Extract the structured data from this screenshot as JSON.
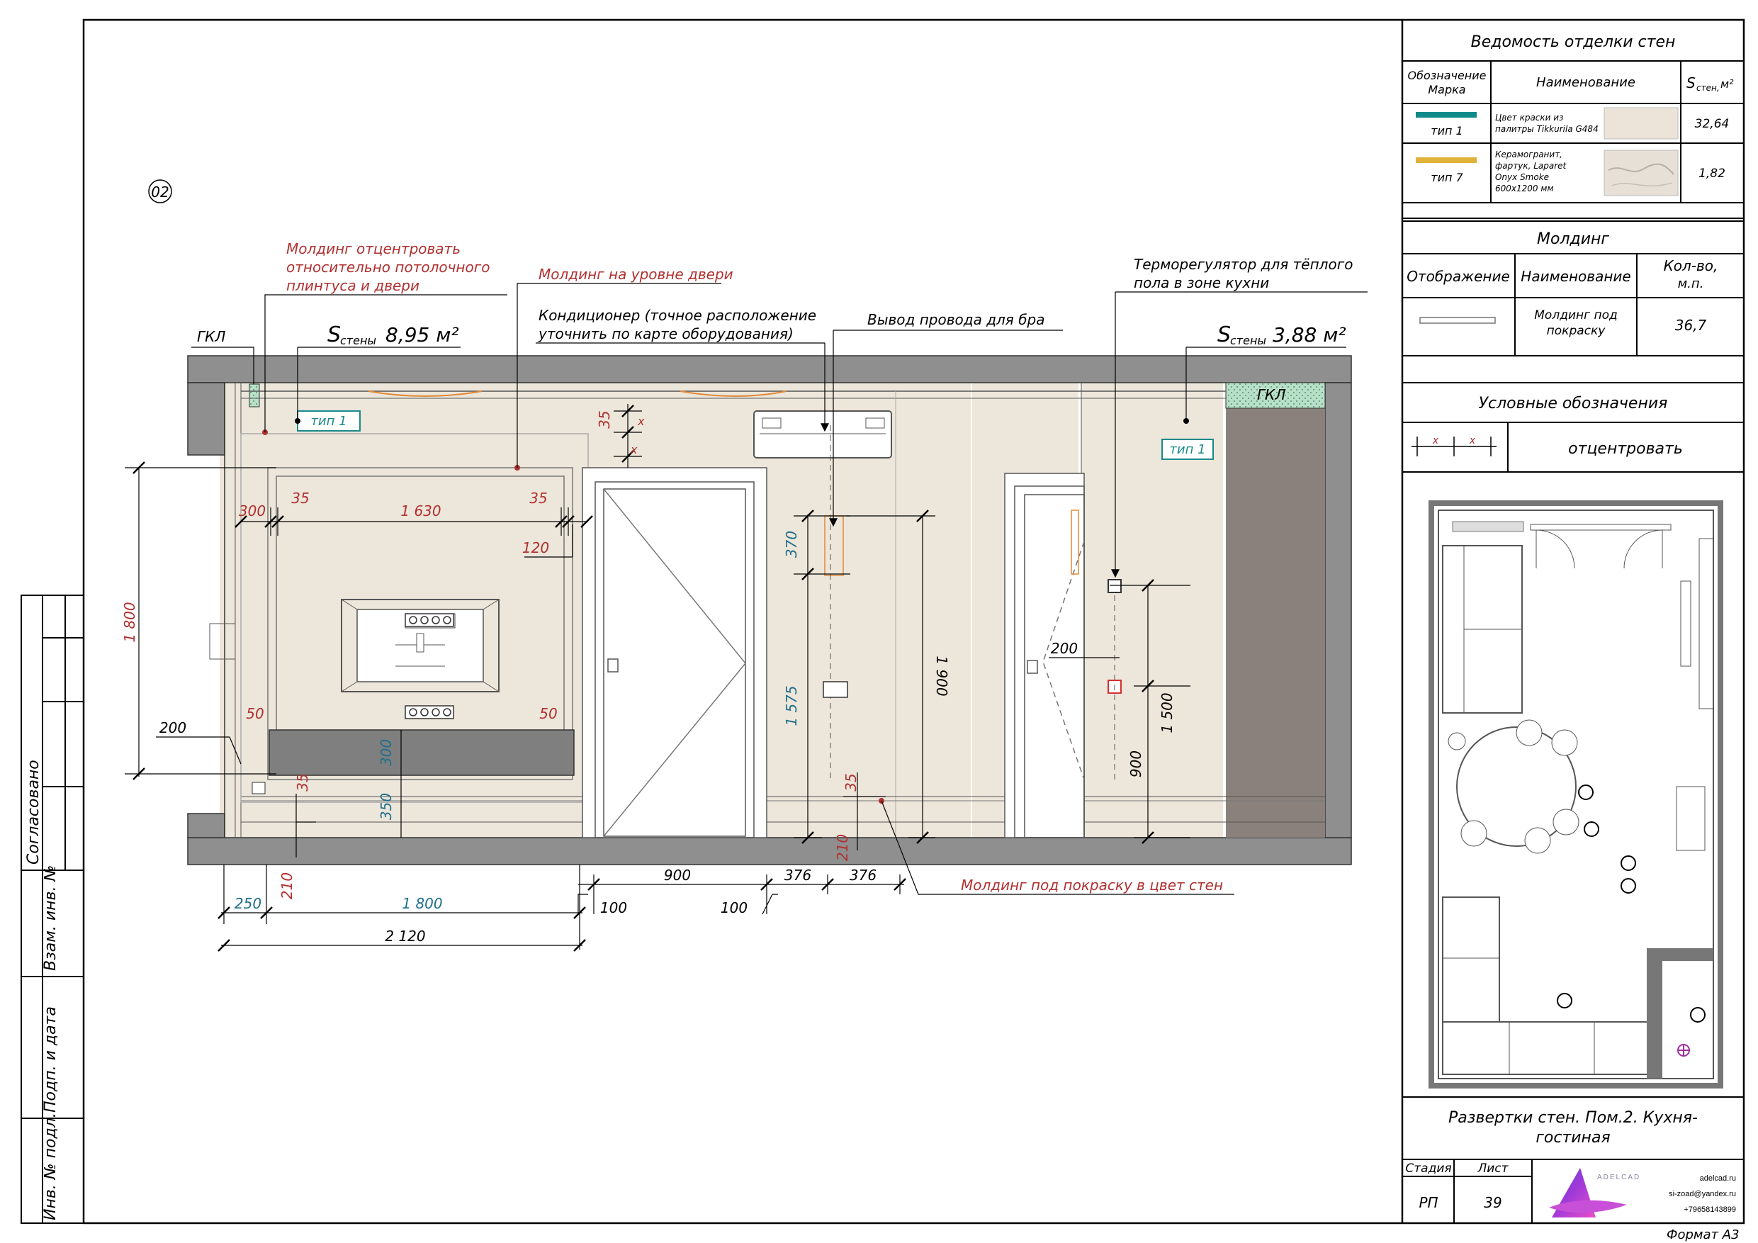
{
  "sheet": {
    "view_number": "02",
    "format_label": "Формат А3",
    "side_stamp": [
      "Согласовано",
      "Взам. инв. №",
      "Подп. и дата",
      "Инв. № подл."
    ]
  },
  "finish_table": {
    "title": "Ведомость отделки стен",
    "col_mark": "Обозначение Марка",
    "col_mark_lines": [
      "Обозначение",
      "Марка"
    ],
    "col_name": "Наименование",
    "col_area_main": "S",
    "col_area_sub": "стен,",
    "col_area_unit": "м²",
    "rows": [
      {
        "swatch_color": "#0f8a8a",
        "mark": "тип 1",
        "name_lines": [
          "Цвет краски из",
          "палитры Tikkurila G484"
        ],
        "area": "32,64",
        "sample_color": "#ece4d8"
      },
      {
        "swatch_color": "#e0b23a",
        "mark": "тип 7",
        "name_lines": [
          "Керамогранит,",
          "фартук, Laparet",
          "Onyx Smoke",
          "600x1200 мм"
        ],
        "area": "1,82",
        "sample_color": "#e6e0d6"
      }
    ]
  },
  "molding_table": {
    "title": "Молдинг",
    "col_display": "Отображение",
    "col_name": "Наименование",
    "col_qty_lines": [
      "Кол-во,",
      "м.п."
    ],
    "row": {
      "name_lines": [
        "Молдинг под",
        "покраску"
      ],
      "qty": "36,7"
    }
  },
  "legend": {
    "title": "Условные обозначения",
    "symbol_x": "x",
    "item_text": "отцентровать"
  },
  "title_block": {
    "drawing_title_lines": [
      "Развертки стен. Пом.2. Кухня-",
      "гостиная"
    ],
    "stage_label": "Стадия",
    "stage_value": "РП",
    "sheet_label": "Лист",
    "sheet_value": "39",
    "logo_text": "ADELCAD",
    "contact_lines": [
      "adelcad.ru",
      "si-zoad@yandex.ru",
      "+79658143899"
    ]
  },
  "colors": {
    "wall_paint": "#ede6da",
    "wall_section": "#8f8f8f",
    "dark_panel": "#8b817c",
    "tv_panel": "#7f7f7f",
    "gkl_green": "#b8e0c8",
    "dim_red": "#b03030",
    "dim_blue": "#1f6f8b",
    "tag_teal": "#1a8a8a"
  },
  "labels": {
    "gkl_left": "ГКЛ",
    "gkl_right": "ГКЛ",
    "tag_left": "тип 1",
    "tag_right": "тип 1",
    "area_left_main": "S",
    "area_left_sub": "стены",
    "area_left_val": "8,95 м²",
    "area_right_main": "S",
    "area_right_sub": "стены",
    "area_right_val": "3,88 м²",
    "callout_molding_center_lines": [
      "Молдинг отцентровать",
      "относительно потолочного",
      "плинтуса и двери"
    ],
    "callout_molding_door": "Молдинг на уровне двери",
    "callout_ac_lines": [
      "Кондиционер (точное расположение",
      "уточнить по карте оборудования)"
    ],
    "callout_wire": "Вывод провода для бра",
    "callout_thermo_lines": [
      "Терморегулятор для тёплого",
      "пола в зоне кухни"
    ],
    "callout_molding_paint": "Молдинг под покраску в цвет стен"
  },
  "dimensions": {
    "d_300": "300",
    "d_35_tl": "35",
    "d_1630": "1 630",
    "d_35_tr": "35",
    "d_120": "120",
    "d_1800_v": "1 800",
    "d_200_l": "200",
    "d_50_l": "50",
    "d_50_r": "50",
    "d_300_v": "300",
    "d_350_v": "350",
    "d_35_b": "35",
    "d_210_l": "210",
    "d_35_ac": "35",
    "d_x1": "x",
    "d_x2": "x",
    "d_370": "370",
    "d_1575": "1 575",
    "d_1900": "1 900",
    "d_35_br": "35",
    "d_210_r": "210",
    "d_200_r": "200",
    "d_1500": "1 500",
    "d_900_v": "900",
    "d_250": "250",
    "d_1800_h": "1 800",
    "d_2120": "2 120",
    "d_100_a": "100",
    "d_900_h": "900",
    "d_100_b": "100",
    "d_376_a": "376",
    "d_376_b": "376"
  }
}
